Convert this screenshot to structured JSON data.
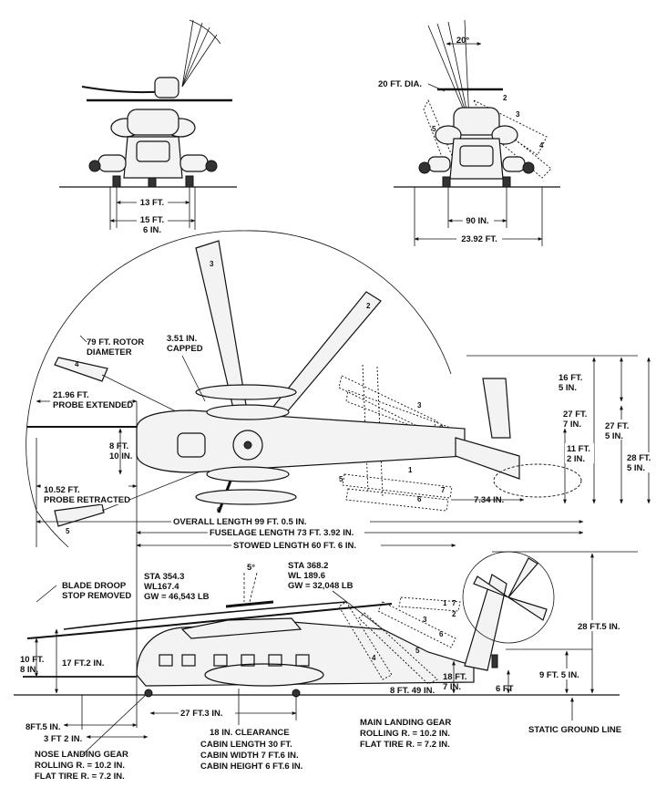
{
  "dims": {
    "front_13": "13 FT.",
    "front_15a": "15 FT.",
    "front_15b": "6 IN.",
    "fold_20deg": "20°",
    "fold_20dia": "20 FT. DIA.",
    "fold_90": "90 IN.",
    "fold_2392": "23.92 FT.",
    "rotor_diam_a": "79 FT. ROTOR",
    "rotor_diam_b": "DIAMETER",
    "capped_a": "3.51 IN.",
    "capped_b": "CAPPED",
    "probe_ext_a": "21.96 FT.",
    "probe_ext_b": "PROBE EXTENDED",
    "h8_a": "8 FT.",
    "h8_b": "10 IN.",
    "probe_ret_a": "10.52 FT.",
    "probe_ret_b": "PROBE RETRACTED",
    "r16_a": "16 FT.",
    "r16_b": "5 IN.",
    "r27a_a": "27 FT.",
    "r27a_b": "7 IN.",
    "r27b_a": "27 FT.",
    "r27b_b": "5 IN.",
    "r11_a": "11 FT.",
    "r11_b": "2 IN.",
    "r28_a": "28 FT.",
    "r28_b": "5 IN.",
    "tail_734": "7.34 IN.",
    "overall": "OVERALL LENGTH 99 FT. 0.5 IN.",
    "fuselage": "FUSELAGE LENGTH 73 FT. 3.92 IN.",
    "stowed": "STOWED LENGTH 60 FT. 6 IN.",
    "droop_a": "BLADE DROOP",
    "droop_b": "STOP REMOVED",
    "sta1_a": "STA 354.3",
    "sta1_b": "WL167.4",
    "sta1_c": "GW = 46,543 LB",
    "deg5": "5°",
    "sta2_a": "STA 368.2",
    "sta2_b": "WL 189.6",
    "sta2_c": "GW = 32,048 LB",
    "side_28": "28 FT.5 IN.",
    "side_10a": "10 FT.",
    "side_10b": "8 IN.",
    "side_17": "17 FT.2 IN.",
    "side_18a": "18 FT.",
    "side_18b": "7 IN.",
    "side_6ft": "6 FT",
    "side_9": "9 FT. 5 IN.",
    "side_849": "8 FT. 49 IN.",
    "side_8ft5": "8FT.5 IN.",
    "side_3ft2": "3 FT 2 IN.",
    "side_27": "27 FT.3 IN.",
    "clearance": "18 IN. CLEARANCE",
    "cabin_len": "CABIN LENGTH 30 FT.",
    "cabin_wid": "CABIN WIDTH 7 FT.6 IN.",
    "cabin_hgt": "CABIN HEIGHT 6 FT.6 IN.",
    "main_gear_a": "MAIN LANDING GEAR",
    "main_gear_b": "ROLLING R. = 10.2 IN.",
    "main_gear_c": "FLAT TIRE R. = 7.2 IN.",
    "nose_gear_a": "NOSE LANDING GEAR",
    "nose_gear_b": "ROLLING R. = 10.2 IN.",
    "nose_gear_c": "FLAT TIRE R. = 7.2 IN.",
    "ground": "STATIC GROUND LINE"
  },
  "blade_numbers": [
    "1",
    "2",
    "3",
    "4",
    "5",
    "6",
    "7"
  ]
}
